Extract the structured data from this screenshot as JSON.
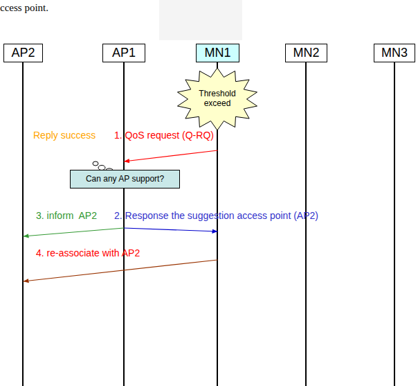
{
  "diagram": {
    "nodes": [
      {
        "text": [
          "AP2"
        ]
      },
      {
        "text": [
          "AP1"
        ]
      },
      {
        "text": [
          "MN1"
        ]
      },
      {
        "text": [
          "MN2"
        ]
      },
      {
        "text": [
          "MN3"
        ]
      },
      {
        "text": [
          "Threshold exceed"
        ]
      },
      {
        "text": [
          "Can any AP support?"
        ]
      }
    ],
    "edges": [
      {
        "from": 2,
        "to": 1,
        "arrow": "to",
        "label": "1. QoS request (Q-RQ)"
      },
      {
        "from": 1,
        "to": 2,
        "arrow": "to",
        "label": "2. Response the suggestion access point (AP2)"
      },
      {
        "from": 1,
        "to": 0,
        "arrow": "to",
        "label": "3. inform  AP2"
      },
      {
        "from": 2,
        "to": 0,
        "arrow": "to",
        "label": "4. re-associate with AP2"
      }
    ],
    "labels": [
      "ccess point.",
      "Reply success"
    ]
  }
}
